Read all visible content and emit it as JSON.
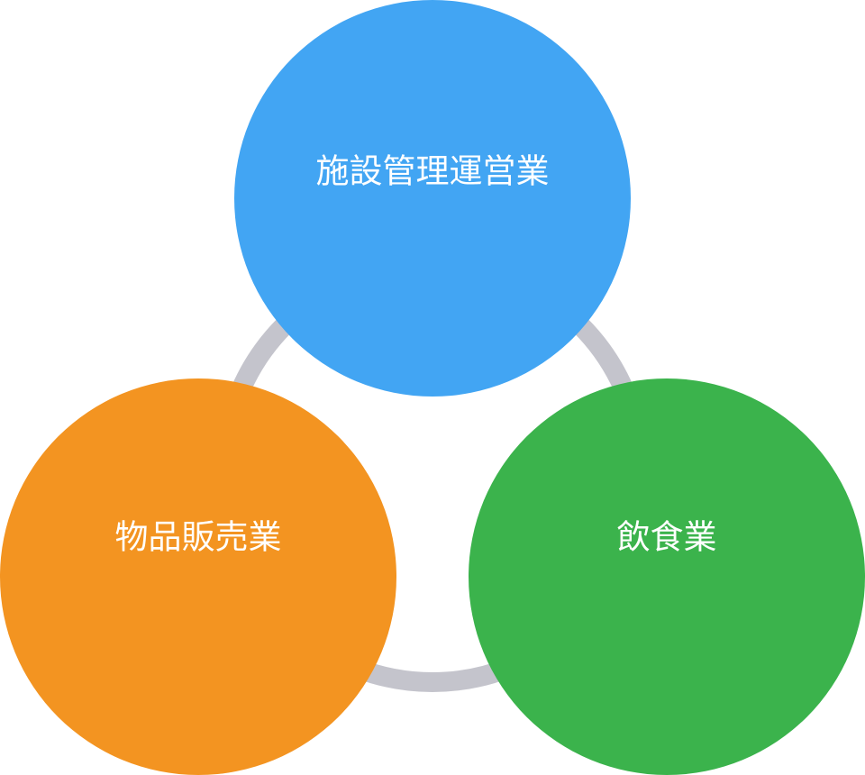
{
  "diagram": {
    "ring_color": "#c4c4cc",
    "nodes": [
      {
        "id": "facility",
        "label": "施設管理運営業",
        "color": "#42a5f3"
      },
      {
        "id": "retail",
        "label": "物品販売業",
        "color": "#f39421"
      },
      {
        "id": "food",
        "label": "飲食業",
        "color": "#3bb34c"
      }
    ]
  }
}
